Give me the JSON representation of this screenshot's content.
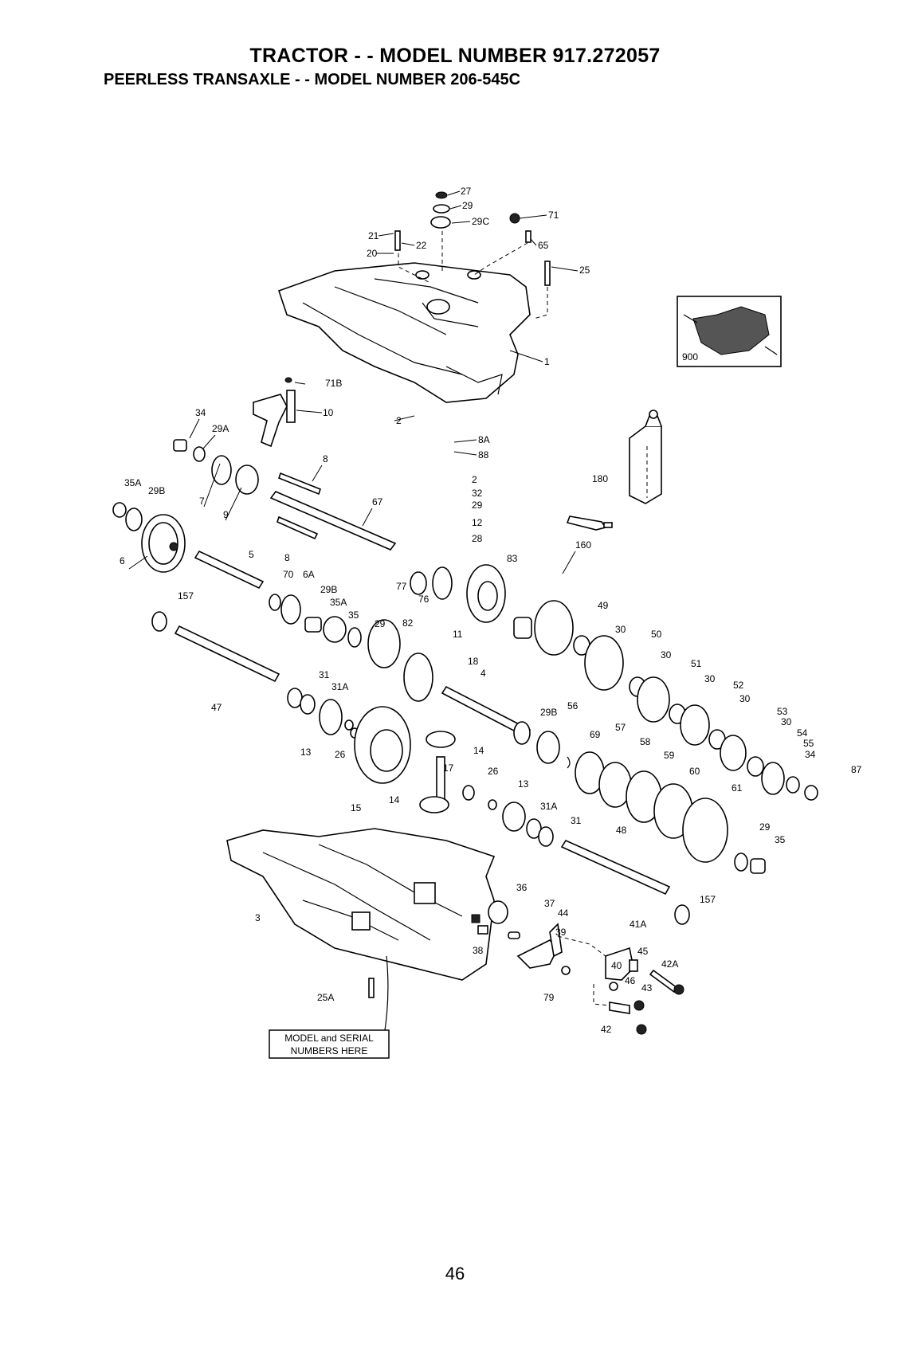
{
  "header": {
    "title": "TRACTOR - - MODEL NUMBER 917.272057",
    "subtitle": "PEERLESS TRANSAXLE - - MODEL NUMBER 206-545C"
  },
  "page_number": "46",
  "notice_box": {
    "line1": "MODEL and SERIAL",
    "line2": "NUMBERS HERE"
  },
  "part_labels": [
    "27",
    "29",
    "29C",
    "71",
    "21",
    "22",
    "20",
    "65",
    "25",
    "1",
    "900",
    "71B",
    "10",
    "34",
    "29A",
    "2",
    "8A",
    "88",
    "8",
    "7",
    "9",
    "67",
    "2",
    "32",
    "29",
    "12",
    "28",
    "180",
    "35A",
    "29B",
    "6",
    "160",
    "5",
    "8",
    "83",
    "77",
    "70",
    "6A",
    "29B",
    "35A",
    "35",
    "76",
    "157",
    "49",
    "29",
    "82",
    "11",
    "18",
    "30",
    "50",
    "4",
    "30",
    "51",
    "31",
    "31A",
    "30",
    "52",
    "47",
    "29B",
    "56",
    "30",
    "53",
    "13",
    "26",
    "14",
    "30",
    "54",
    "69",
    "57",
    "58",
    "55",
    "34",
    "17",
    "26",
    "59",
    "87",
    "60",
    "15",
    "14",
    "13",
    "31A",
    "31",
    "61",
    "48",
    "29",
    "35",
    "3",
    "36",
    "157",
    "37",
    "44",
    "39",
    "41A",
    "38",
    "45",
    "42A",
    "40",
    "46",
    "43",
    "25A",
    "79",
    "42"
  ]
}
